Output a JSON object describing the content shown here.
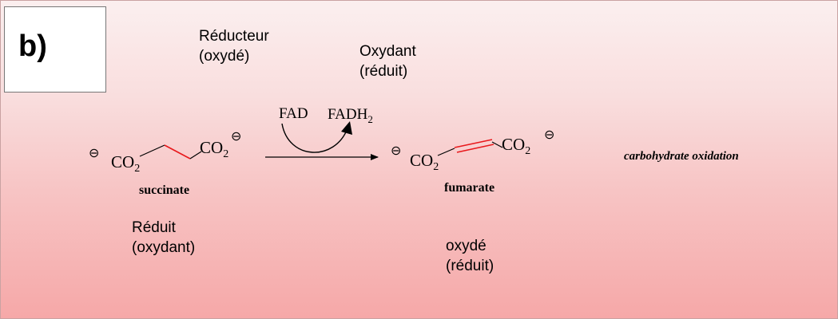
{
  "panel_label": "b)",
  "top_left": {
    "line1": "Réducteur",
    "line2": "(oxydé)"
  },
  "top_right": {
    "line1": "Oxydant",
    "line2": "(réduit)"
  },
  "reagents": {
    "fad": "FAD",
    "fadh2_base": "FADH",
    "fadh2_sub": "2"
  },
  "succinate": {
    "left_group": "CO",
    "left_sub": "2",
    "right_group": "CO",
    "right_sub": "2",
    "charge": "⊖",
    "name": "succinate",
    "state_line1": "Réduit",
    "state_line2": "(oxydant)"
  },
  "fumarate": {
    "left_group": "CO",
    "left_sub": "2",
    "right_group": "CO",
    "right_sub": "2",
    "charge": "⊖",
    "name": "fumarate",
    "state_line1": "oxydé",
    "state_line2": "(réduit)"
  },
  "reaction_label": "carbohydrate oxidation",
  "colors": {
    "bond_highlight": "#e8191c",
    "background_top": "#fbefef",
    "background_bottom": "#f6a8a8"
  }
}
